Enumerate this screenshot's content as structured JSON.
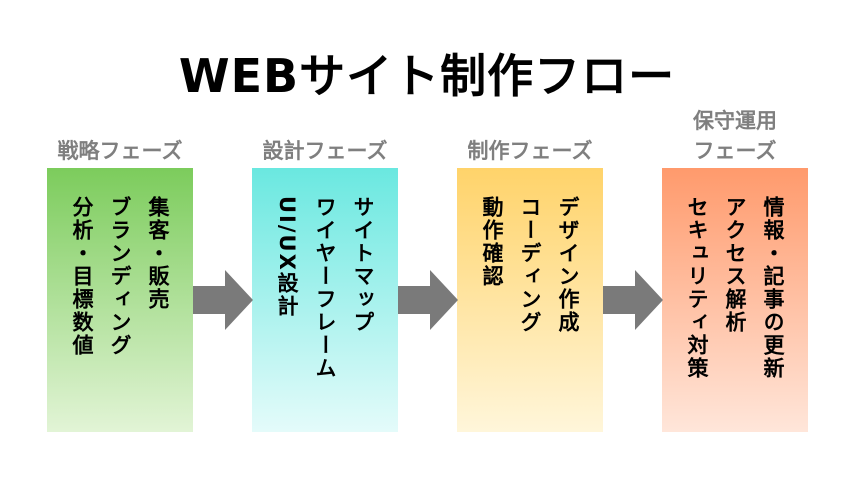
{
  "title": "WEBサイト制作フロー",
  "phases": [
    {
      "label_lines": [
        "戦略フェーズ"
      ],
      "items": [
        "集客・販売",
        "ブランディング",
        "分析・目標数値"
      ],
      "gradient": [
        "#7ccc5c",
        "#e2f4d6"
      ]
    },
    {
      "label_lines": [
        "設計フェーズ"
      ],
      "items": [
        "サイトマップ",
        "ワイヤーフレーム",
        "UI/UX設計"
      ],
      "gradient": [
        "#6ae8e0",
        "#e4fbfa"
      ]
    },
    {
      "label_lines": [
        "制作フェーズ"
      ],
      "items": [
        "デザイン作成",
        "コーディング",
        "動作確認"
      ],
      "gradient": [
        "#ffd36a",
        "#fff6da"
      ]
    },
    {
      "label_lines": [
        "保守運用",
        "フェーズ"
      ],
      "items": [
        "情報・記事の更新",
        "アクセス解析",
        "セキュリティ対策"
      ],
      "gradient": [
        "#ff9a6c",
        "#ffe6da"
      ]
    }
  ],
  "colors": {
    "arrow": "#7a7a7a",
    "phase_label": "#7f7f7f"
  }
}
